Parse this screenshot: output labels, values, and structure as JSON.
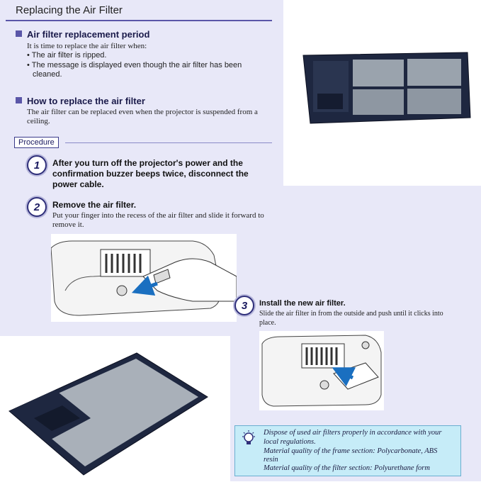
{
  "title": "Replacing the Air Filter",
  "section1": {
    "heading": "Air filter replacement period",
    "intro": "It is time to replace the air filter when:",
    "bullets": [
      "The air filter is ripped.",
      "The message is displayed even though the air filter has been",
      "cleaned."
    ]
  },
  "section2": {
    "heading": "How to replace the air filter",
    "line1": "The air filter can be replaced even when the projector is suspended from a",
    "line2": "ceiling."
  },
  "procedure_label": "Procedure",
  "steps": [
    {
      "num": "1",
      "lines": [
        "After you turn off the projector's power and the",
        "confirmation buzzer beeps twice, disconnect the",
        "power cable."
      ]
    },
    {
      "num": "2",
      "title": "Remove the air filter.",
      "body1": "Put your finger into the recess of the air filter and slide it forward to",
      "body2": "remove it."
    },
    {
      "num": "3",
      "title": "Install the new air filter.",
      "body1": "Slide the air filter in from the outside and push until it clicks into",
      "body2": "place."
    }
  ],
  "note": {
    "line1": "Dispose of used air filters properly in accordance with your",
    "line2": "local regulations.",
    "line3": "Material quality of the frame section: Polycarbonate, ABS",
    "line4": "resin",
    "line5": "Material quality of the filter section: Polyurethane form"
  },
  "colors": {
    "lavender": "#e8e8f8",
    "accent": "#5a56a8",
    "note_bg": "#c6ecf8",
    "filter_frame": "#1e2740",
    "filter_mesh": "#9aa3ad"
  },
  "icons": [
    "bullet-square-icon",
    "lightbulb-icon",
    "step-circle-icon"
  ]
}
